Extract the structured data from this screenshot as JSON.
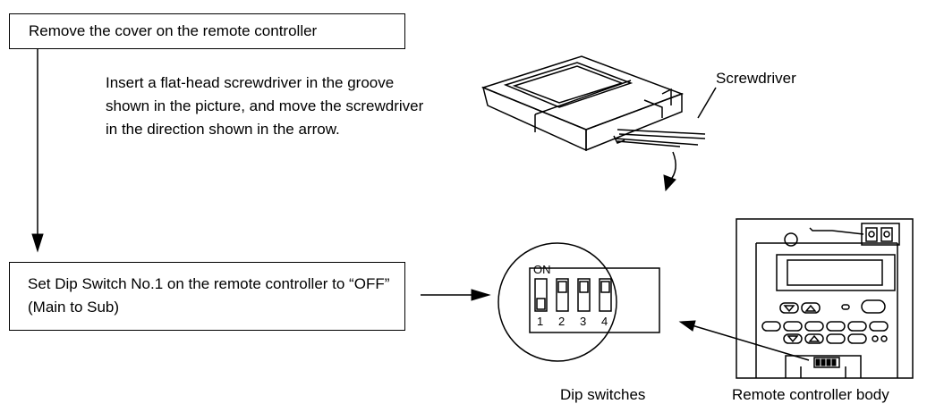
{
  "steps": {
    "remove_cover": "Remove the cover on the remote controller",
    "instruction": "Insert a flat-head screwdriver in the groove shown in the picture, and move the screwdriver in the direction shown in the arrow.",
    "set_dip": "Set Dip Switch No.1 on the remote controller to “OFF” (Main to Sub)"
  },
  "labels": {
    "screwdriver": "Screwdriver",
    "dip_switches": "Dip switches",
    "remote_body": "Remote controller body"
  },
  "dip": {
    "on_label": "ON",
    "numbers": [
      "1",
      "2",
      "3",
      "4"
    ]
  }
}
